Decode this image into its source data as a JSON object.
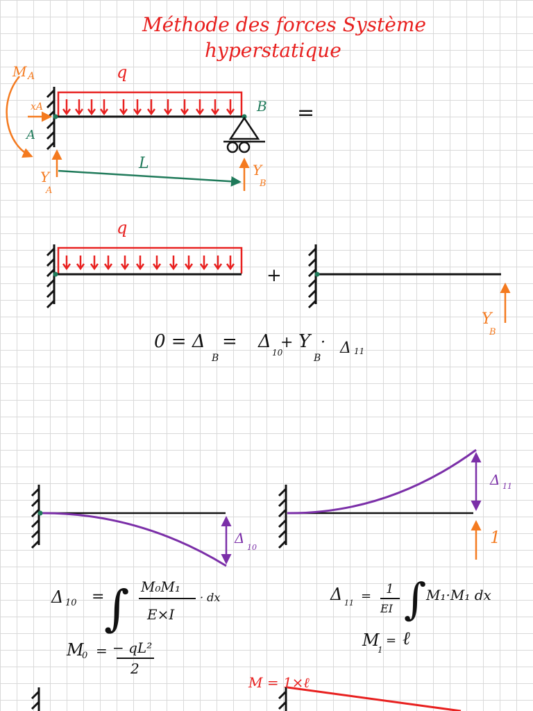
{
  "title": {
    "line1": "Méthode des forces Système",
    "line2": "hyperstatique"
  },
  "colors": {
    "red": "#e8201f",
    "black": "#111111",
    "green": "#1f7a5a",
    "orange": "#f47a1f",
    "purple": "#7b2fa8"
  },
  "fig1": {
    "moment_label": "M",
    "moment_sub": "A",
    "xa_label": "xA",
    "a_label": "A",
    "q_label": "q",
    "b_label": "B",
    "equals": "=",
    "length_label": "L",
    "ya_label": "Y",
    "ya_sub": "A",
    "yb_label": "Y",
    "yb_sub": "B"
  },
  "fig2": {
    "q_label": "q",
    "plus": "+",
    "yb_label": "Y",
    "yb_sub": "B"
  },
  "equation1": {
    "lhs": "0 = Δ",
    "lhs_sub": "B",
    "eq": " = ",
    "d10": "Δ",
    "d10_sub": "10",
    "plus": " + ",
    "yb": "Y",
    "yb_sub": "B",
    "dot": " · ",
    "d11": "Δ",
    "d11_sub": "11"
  },
  "fig3": {
    "d10_label": "Δ",
    "d10_sub": "10",
    "d11_label": "Δ",
    "d11_sub": "11",
    "unit_load": "1"
  },
  "formula_d10": {
    "lhs": "Δ",
    "lhs_sub": "10",
    "eq": "=",
    "integral": "∫",
    "numerator": "M₀M₁",
    "denominator": "E×I",
    "dx": "· dx"
  },
  "formula_m0": {
    "lhs": "M",
    "lhs_sub": "0",
    "eq": "=",
    "numerator": "− qL²",
    "denominator": "2"
  },
  "formula_d11": {
    "lhs": "Δ",
    "lhs_sub": "11",
    "eq": "=",
    "numerator": "1",
    "denominator": "EI",
    "integral": "∫",
    "body": "M₁·M₁ dx"
  },
  "formula_m1": {
    "lhs": "M",
    "lhs_sub": "1",
    "eq": "=",
    "rhs": "ℓ"
  },
  "fig4": {
    "label": "M = 1×ℓ"
  }
}
